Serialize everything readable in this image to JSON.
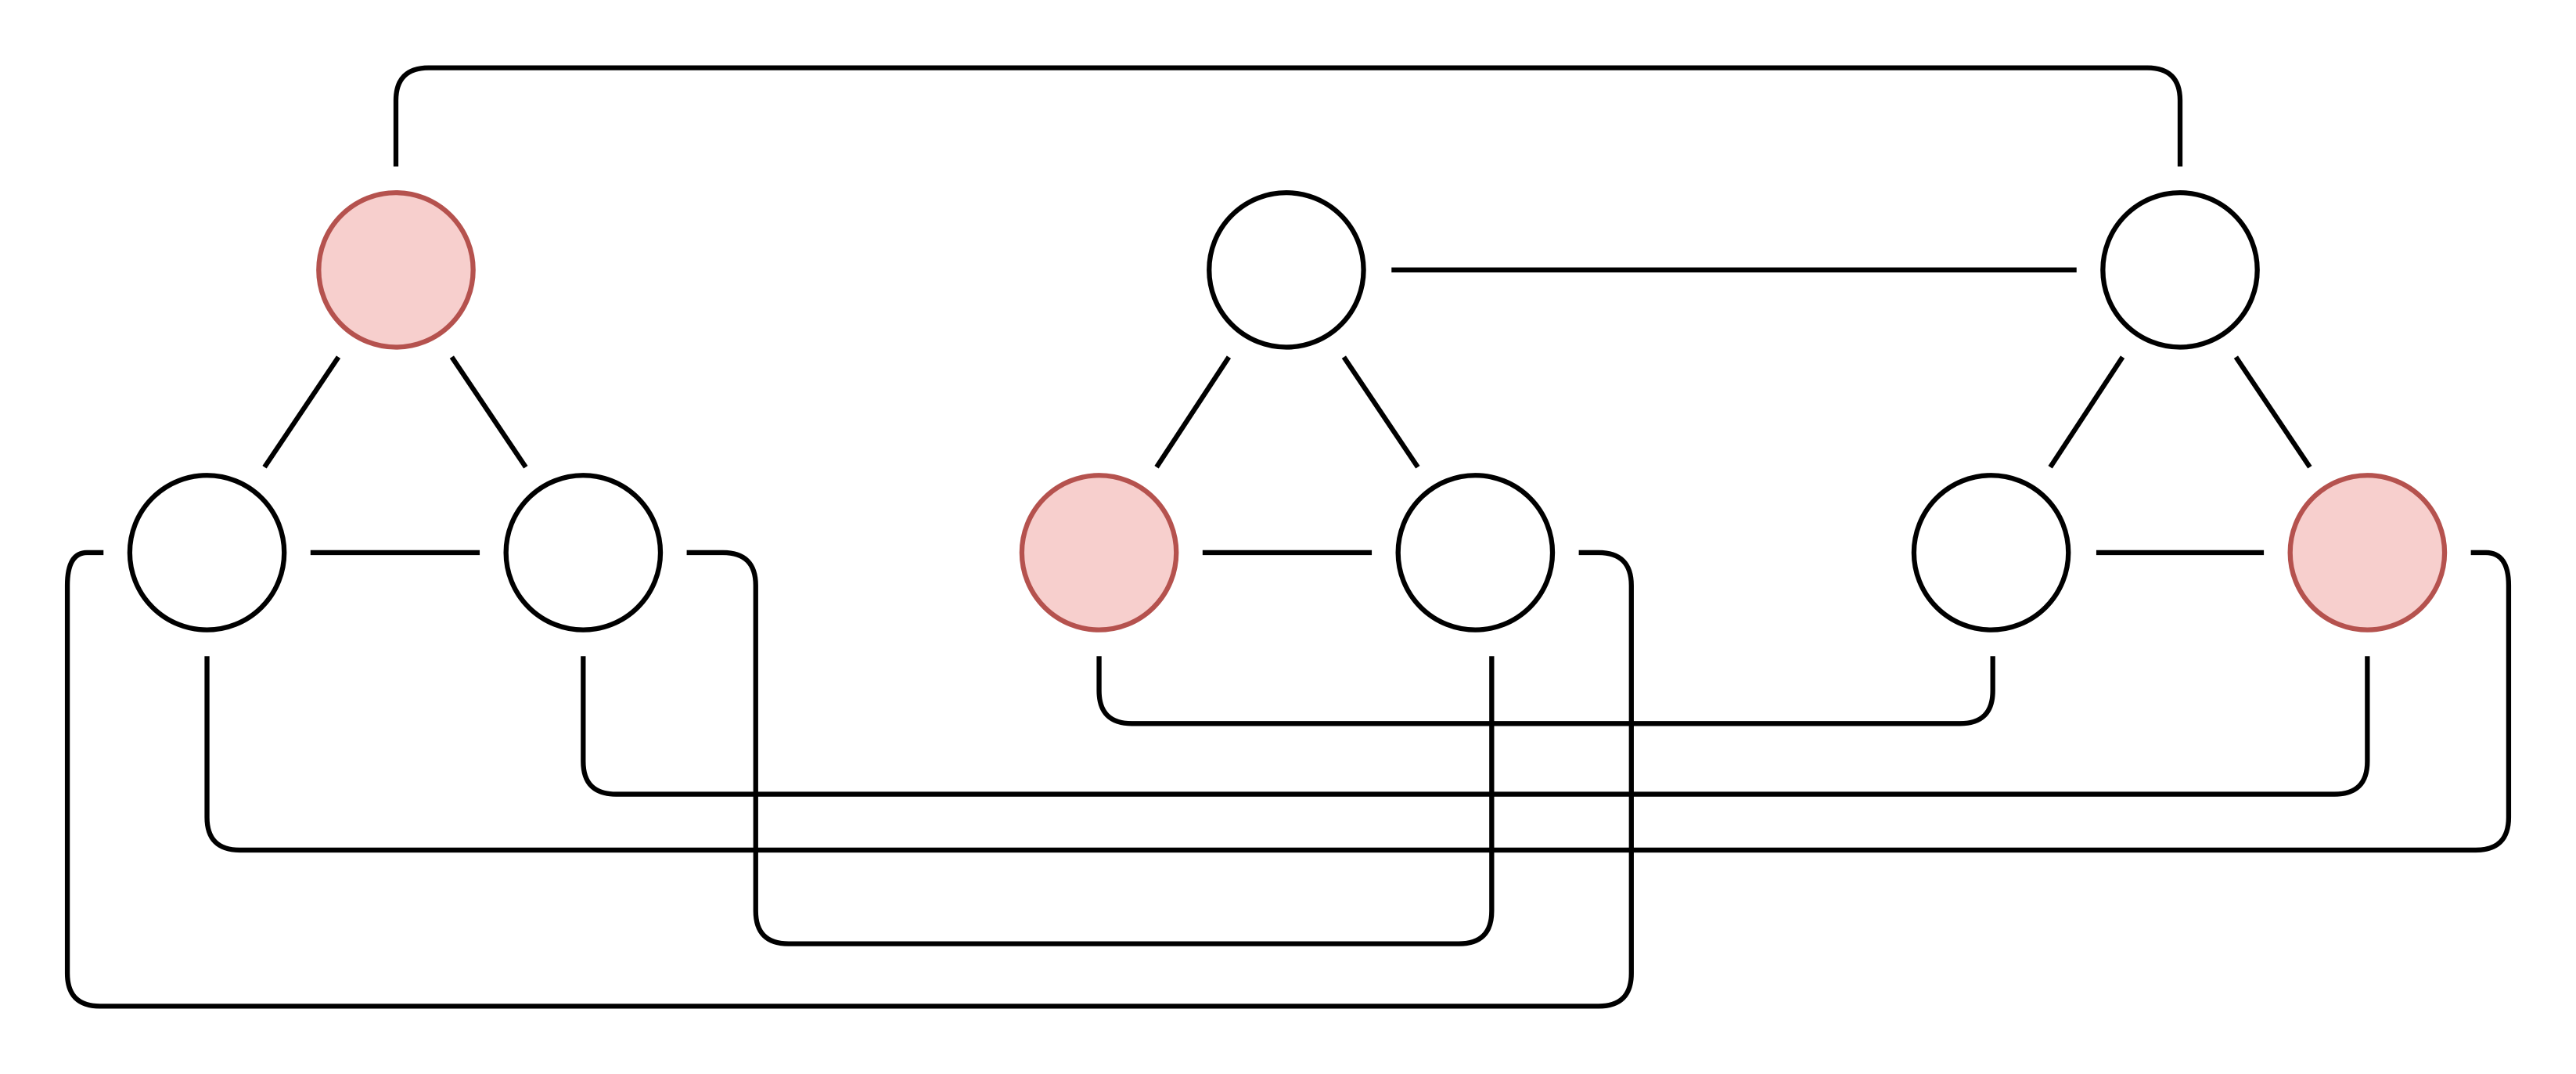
{
  "colors": {
    "edge": "#000000",
    "node_stroke": "#000000",
    "node_fill": "#ffffff",
    "highlight_stroke": "#b5524e",
    "highlight_fill": "#f7cfcd"
  },
  "nodes": [
    {
      "id": "a",
      "highlighted": true
    },
    {
      "id": "b",
      "highlighted": false
    },
    {
      "id": "c",
      "highlighted": false
    },
    {
      "id": "d",
      "highlighted": false
    },
    {
      "id": "e",
      "highlighted": true
    },
    {
      "id": "f",
      "highlighted": false
    },
    {
      "id": "g",
      "highlighted": false
    },
    {
      "id": "h",
      "highlighted": false
    },
    {
      "id": "i",
      "highlighted": true
    }
  ],
  "edges": [
    {
      "from": "a",
      "to": "b"
    },
    {
      "from": "a",
      "to": "c"
    },
    {
      "from": "b",
      "to": "c"
    },
    {
      "from": "d",
      "to": "e"
    },
    {
      "from": "d",
      "to": "f"
    },
    {
      "from": "e",
      "to": "f"
    },
    {
      "from": "g",
      "to": "h"
    },
    {
      "from": "g",
      "to": "i"
    },
    {
      "from": "h",
      "to": "i"
    },
    {
      "from": "d",
      "to": "g"
    },
    {
      "from": "a",
      "to": "g"
    },
    {
      "from": "e",
      "to": "h"
    },
    {
      "from": "c",
      "to": "i"
    },
    {
      "from": "b",
      "to": "i"
    },
    {
      "from": "c",
      "to": "f"
    },
    {
      "from": "b",
      "to": "f"
    }
  ]
}
